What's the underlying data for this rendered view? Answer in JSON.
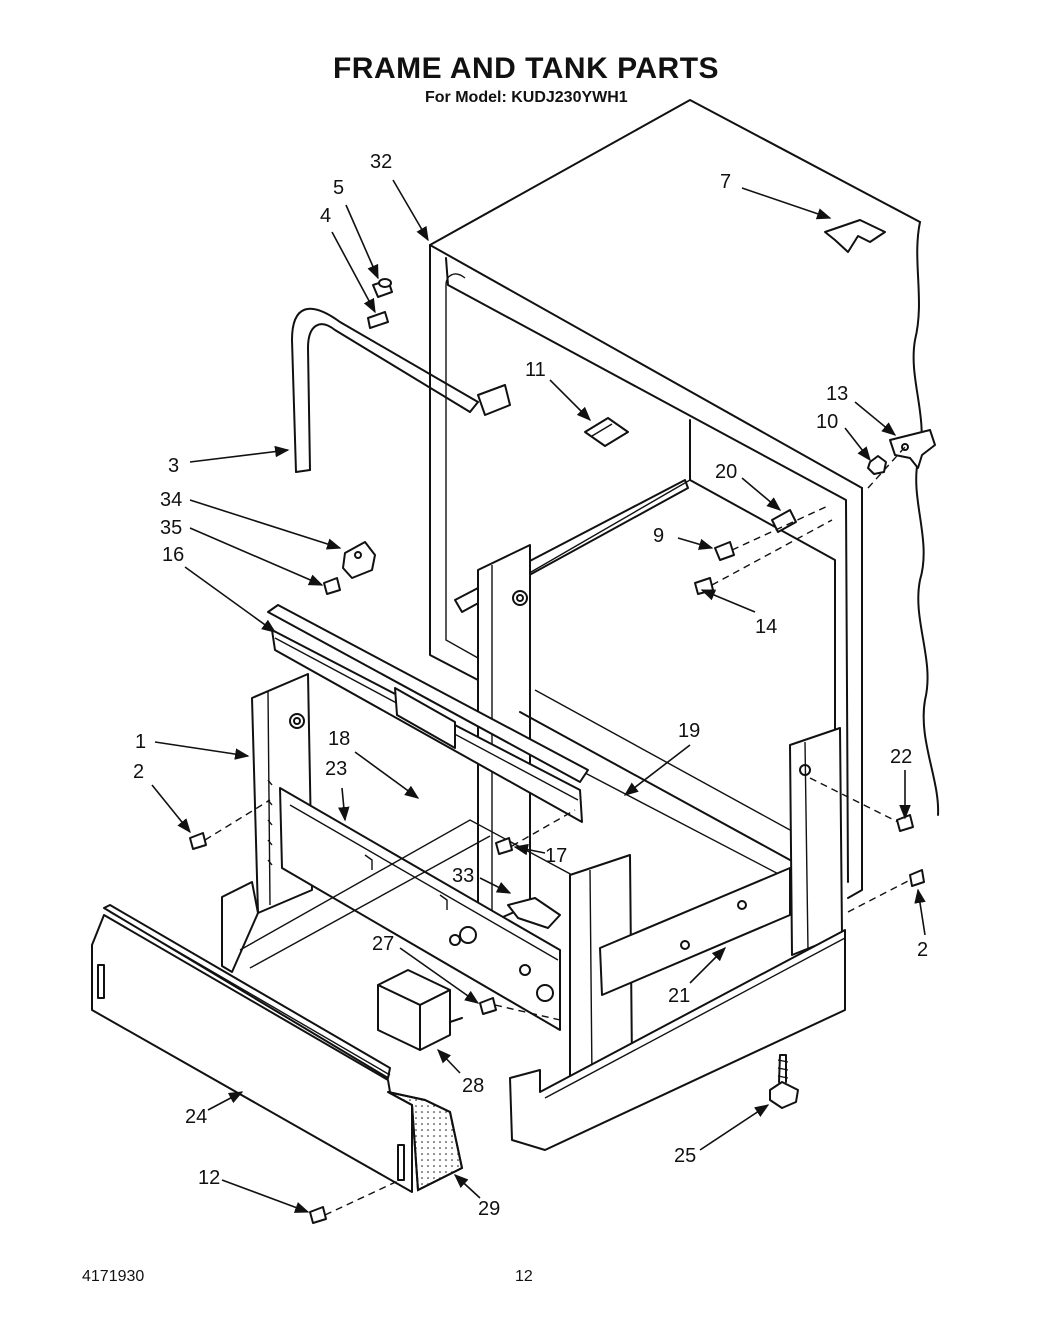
{
  "header": {
    "title": "FRAME AND TANK PARTS",
    "subtitle": "For Model: KUDJ230YWH1"
  },
  "footer": {
    "doc_number": "4171930",
    "page_number": "12"
  },
  "callouts": [
    "32",
    "5",
    "4",
    "7",
    "11",
    "13",
    "10",
    "3",
    "20",
    "34",
    "9",
    "35",
    "16",
    "14",
    "1",
    "18",
    "19",
    "22",
    "2",
    "23",
    "17",
    "33",
    "2",
    "27",
    "21",
    "28",
    "24",
    "25",
    "12",
    "29"
  ]
}
